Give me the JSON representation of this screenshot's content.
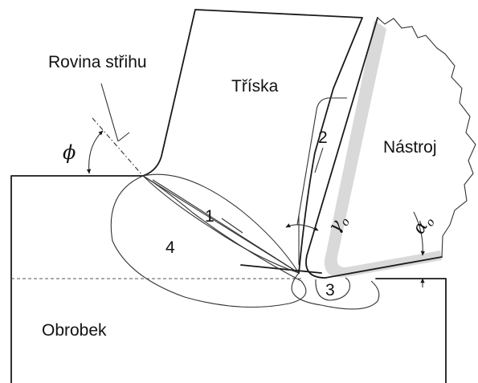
{
  "labels": {
    "shear_plane": "Rovina střihu",
    "chip": "Tříska",
    "tool": "Nástroj",
    "workpiece": "Obrobek"
  },
  "zones": {
    "zone1": "1",
    "zone2": "2",
    "zone3": "3",
    "zone4": "4"
  },
  "angles": {
    "shear_angle": "ϕ",
    "rake_angle_symbol": "γ",
    "rake_angle_subscript": "o",
    "clearance_angle_symbol": "α",
    "clearance_angle_subscript": "o"
  },
  "colors": {
    "line": "#1a1a1a",
    "tool_coating": "#d9d9d9",
    "background": "#ffffff"
  }
}
